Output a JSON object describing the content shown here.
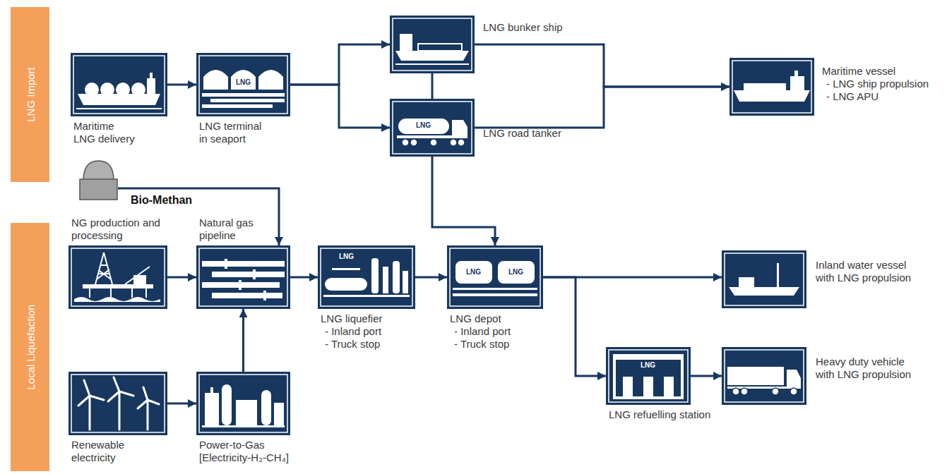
{
  "diagram": {
    "nodes": [
      {
        "text": [
          "LNG Import"
        ]
      },
      {
        "text": [
          "Local Liquefaction"
        ]
      },
      {
        "text": [
          "Maritime LNG delivery"
        ]
      },
      {
        "text": [
          "LNG",
          "LNG terminal in seaport"
        ]
      },
      {
        "text": [
          "LNG bunker ship"
        ]
      },
      {
        "text": [
          "LNG",
          "LNG road tanker"
        ]
      },
      {
        "text": [
          "Maritime vessel",
          "- LNG ship propulsion",
          "- LNG APU"
        ]
      },
      {
        "text": [
          "Bio-Methan"
        ]
      },
      {
        "text": [
          "NG production and processing"
        ]
      },
      {
        "text": [
          "Natural gas pipeline"
        ]
      },
      {
        "text": [
          "LNG",
          "LNG liquefier",
          "- Inland port",
          "- Truck stop"
        ]
      },
      {
        "text": [
          "LNG",
          "LNG",
          "LNG depot",
          "- Inland port",
          "- Truck stop"
        ]
      },
      {
        "text": [
          "Inland water vessel with LNG propulsion"
        ]
      },
      {
        "text": [
          "LNG",
          "LNG refuelling station"
        ]
      },
      {
        "text": [
          "Heavy duty vehicle with LNG propulsion"
        ]
      },
      {
        "text": [
          "Renewable electricity"
        ]
      },
      {
        "text": [
          "Power-to-Gas",
          "[Electricity-H₂-CH₄]"
        ]
      }
    ],
    "edges": [
      {
        "from": 2,
        "to": 3,
        "arrow": "to"
      },
      {
        "from": 3,
        "to": 4,
        "arrow": "to"
      },
      {
        "from": 3,
        "to": 5,
        "arrow": "to"
      },
      {
        "from": 4,
        "to": 5,
        "arrow": "none"
      },
      {
        "from": 4,
        "to": 6,
        "arrow": "to"
      },
      {
        "from": 5,
        "to": 6,
        "arrow": "to"
      },
      {
        "from": 5,
        "to": 11,
        "arrow": "to"
      },
      {
        "from": 7,
        "to": 9,
        "arrow": "to"
      },
      {
        "from": 8,
        "to": 9,
        "arrow": "to"
      },
      {
        "from": 9,
        "to": 10,
        "arrow": "to"
      },
      {
        "from": 10,
        "to": 11,
        "arrow": "to"
      },
      {
        "from": 11,
        "to": 12,
        "arrow": "to"
      },
      {
        "from": 11,
        "to": 13,
        "arrow": "to"
      },
      {
        "from": 13,
        "to": 14,
        "arrow": "to"
      },
      {
        "from": 15,
        "to": 16,
        "arrow": "to"
      },
      {
        "from": 16,
        "to": 9,
        "arrow": "to"
      }
    ]
  }
}
